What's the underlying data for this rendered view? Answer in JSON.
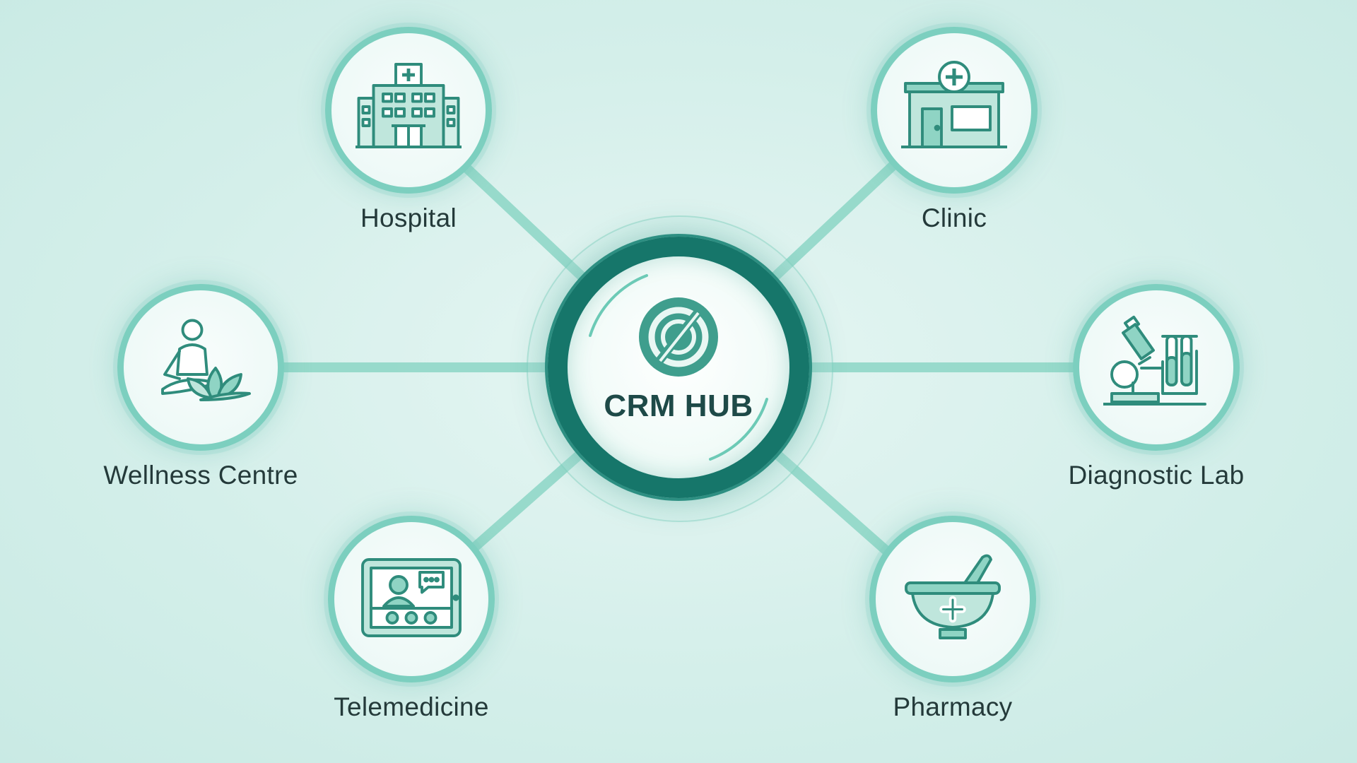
{
  "hub": {
    "title": "CRM HUB",
    "icon": "crm-logo-icon"
  },
  "nodes": [
    {
      "label": "Hospital",
      "icon": "hospital-icon"
    },
    {
      "label": "Clinic",
      "icon": "clinic-icon"
    },
    {
      "label": "Wellness Centre",
      "icon": "wellness-icon"
    },
    {
      "label": "Diagnostic Lab",
      "icon": "microscope-icon"
    },
    {
      "label": "Telemedicine",
      "icon": "telemedicine-icon"
    },
    {
      "label": "Pharmacy",
      "icon": "pharmacy-icon"
    }
  ],
  "colors": {
    "accent": "#16766a",
    "node_ring": "#7ccfbf",
    "icon": "#3a9e8d",
    "icon_fill": "#8fd4c4",
    "background": "#d4efea",
    "text": "#243a3a"
  }
}
